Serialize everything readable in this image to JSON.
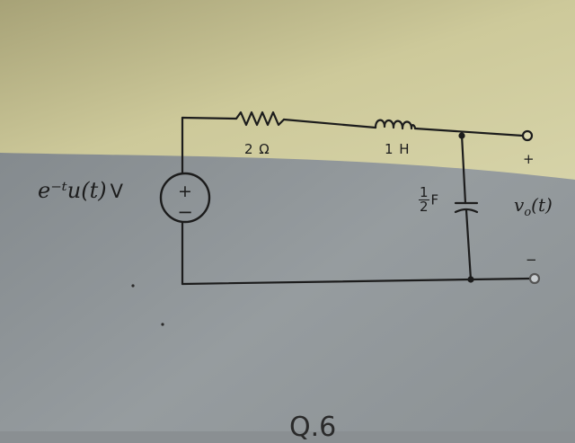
{
  "source": {
    "expression": "e⁻ᵗu(t)",
    "unit": "V",
    "polarity_plus": "+",
    "polarity_minus": "−"
  },
  "resistor": {
    "label": "2 Ω"
  },
  "inductor": {
    "label": "1 H"
  },
  "capacitor": {
    "numerator": "1",
    "denominator": "2",
    "unit": "F"
  },
  "output": {
    "symbol": "v",
    "subscript": "o",
    "argument": "(t)",
    "plus": "+",
    "minus": "−"
  },
  "caption": "Q.6",
  "colors": {
    "wire": "#1c1c1c",
    "paper_top": "#cfcb98",
    "paper_bottom": "#8d9396"
  }
}
